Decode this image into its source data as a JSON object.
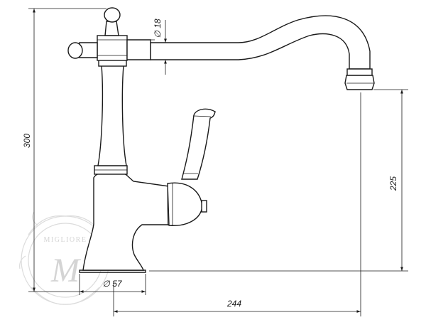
{
  "dimensions": {
    "height_total": "300",
    "height_spout": "225",
    "reach": "244",
    "spout_diameter": "∅ 18",
    "base_diameter": "∅ 57"
  },
  "watermark": {
    "brand": "MIGLIORE",
    "monogram": "M"
  }
}
